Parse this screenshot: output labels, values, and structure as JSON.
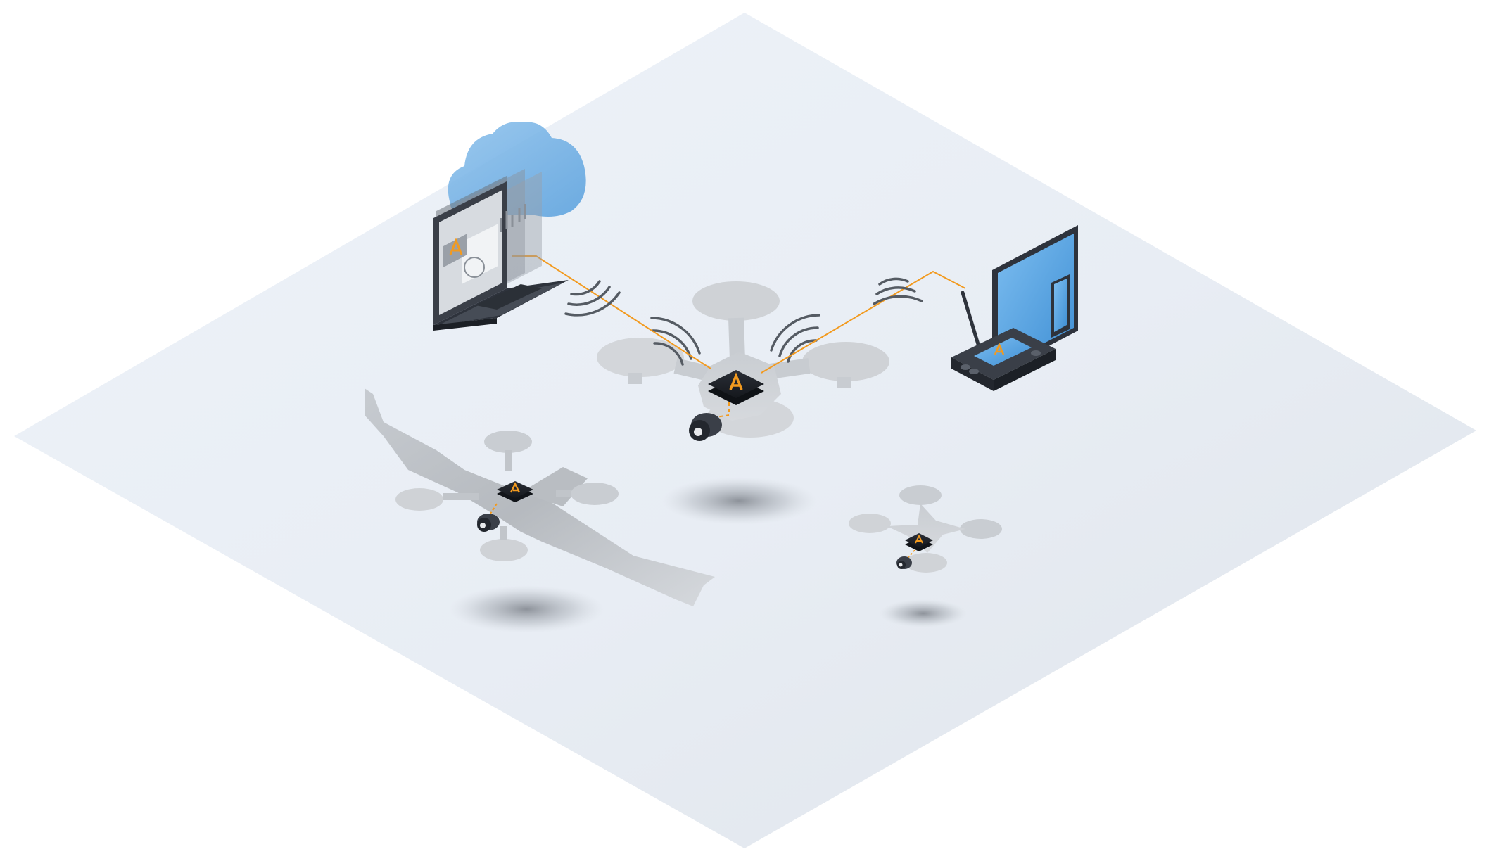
{
  "diagram": {
    "nodes": [
      {
        "id": "cloud",
        "kind": "cloud-icon"
      },
      {
        "id": "laptop",
        "kind": "laptop-icon"
      },
      {
        "id": "main-drone",
        "kind": "quadcopter-icon"
      },
      {
        "id": "ground-station",
        "kind": "ground-control-station-icon"
      },
      {
        "id": "vtol-drone",
        "kind": "vtol-aircraft-icon"
      },
      {
        "id": "small-drone",
        "kind": "quadcopter-icon"
      }
    ],
    "links": [
      {
        "from": "laptop",
        "to": "main-drone",
        "type": "wireless"
      },
      {
        "from": "main-drone",
        "to": "ground-station",
        "type": "wireless"
      },
      {
        "from": "main-drone",
        "to": "camera",
        "type": "wired"
      }
    ]
  },
  "colors": {
    "accent": "#f29a1f",
    "module": "#1f232b",
    "ground": "#e8edf4",
    "cloud": "#78b4e6",
    "screen": "#5aa8e6",
    "device": "#2e333c",
    "shadow": "#a9adb3"
  }
}
